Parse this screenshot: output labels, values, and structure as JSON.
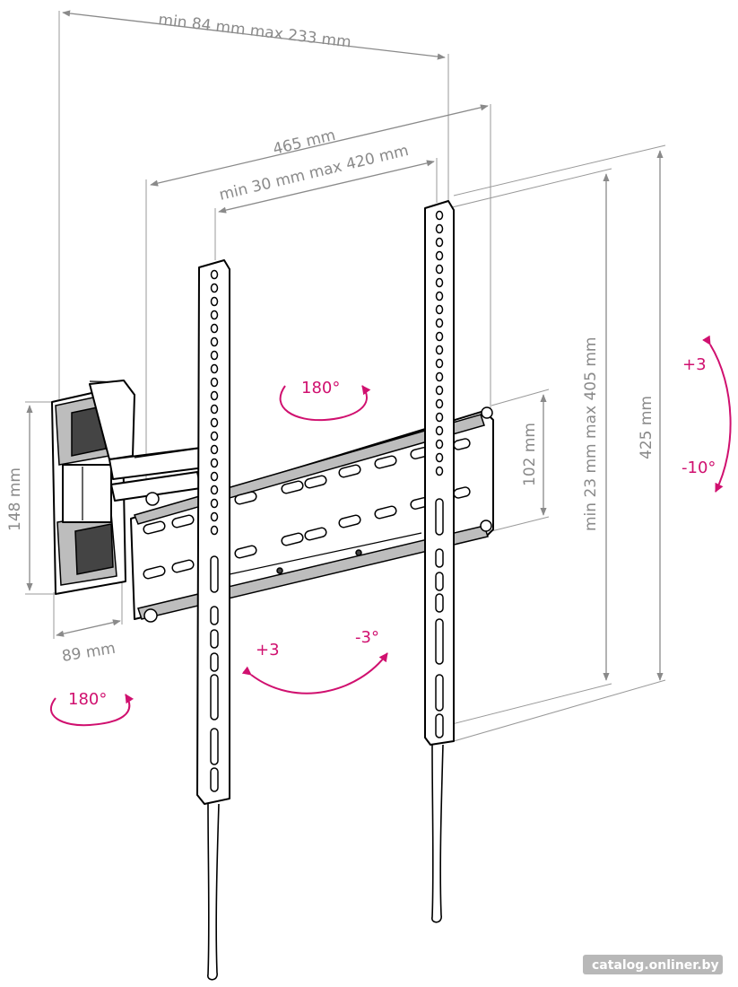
{
  "dimensions": {
    "arm_extension": "min 84 mm max 233 mm",
    "plate_width": "465 mm",
    "vesa_horizontal": "min 30 mm max 420 mm",
    "plate_height": "102 mm",
    "vesa_vertical": "min 23 mm max 405 mm",
    "strip_length": "425 mm",
    "wall_plate_height": "148 mm",
    "wall_plate_depth": "89 mm"
  },
  "rotations": {
    "swivel_plate": "180°",
    "swivel_wall": "180°",
    "roll_plus": "+3",
    "roll_minus": "-3°",
    "tilt_plus": "+3",
    "tilt_minus": "-10°"
  },
  "colors": {
    "dimension": "#8a8a8a",
    "rotation": "#d0106f",
    "line": "#000000"
  },
  "watermark": "catalog.onliner.by"
}
